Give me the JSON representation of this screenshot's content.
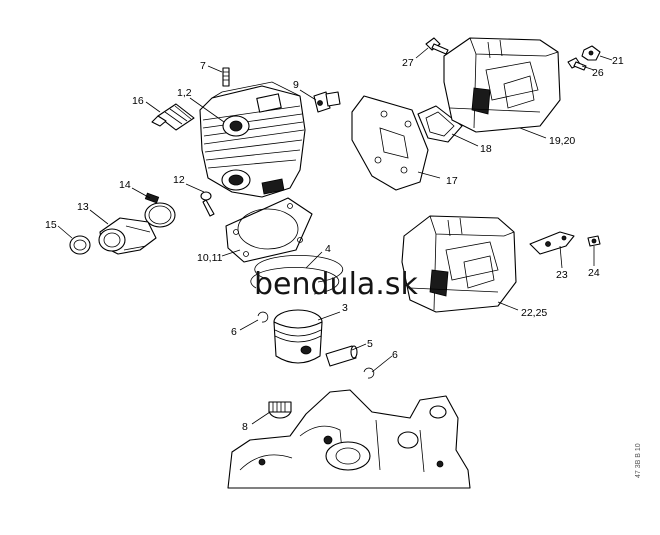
{
  "watermark": "bendula.sk",
  "drawing_code": "47 3B B 10",
  "callouts": [
    {
      "id": "c7",
      "text": "7"
    },
    {
      "id": "c1-2",
      "text": "1,2"
    },
    {
      "id": "c16",
      "text": "16"
    },
    {
      "id": "c9",
      "text": "9"
    },
    {
      "id": "c12",
      "text": "12"
    },
    {
      "id": "c14",
      "text": "14"
    },
    {
      "id": "c13",
      "text": "13"
    },
    {
      "id": "c15",
      "text": "15"
    },
    {
      "id": "c10-11",
      "text": "10,11"
    },
    {
      "id": "c4",
      "text": "4"
    },
    {
      "id": "c3",
      "text": "3"
    },
    {
      "id": "c6a",
      "text": "6"
    },
    {
      "id": "c5",
      "text": "5"
    },
    {
      "id": "c6b",
      "text": "6"
    },
    {
      "id": "c8",
      "text": "8"
    },
    {
      "id": "c27",
      "text": "27"
    },
    {
      "id": "c21",
      "text": "21"
    },
    {
      "id": "c26",
      "text": "26"
    },
    {
      "id": "c18",
      "text": "18"
    },
    {
      "id": "c19-20",
      "text": "19,20"
    },
    {
      "id": "c17",
      "text": "17"
    },
    {
      "id": "c23",
      "text": "23"
    },
    {
      "id": "c24",
      "text": "24"
    },
    {
      "id": "c22-25",
      "text": "22,25"
    }
  ]
}
